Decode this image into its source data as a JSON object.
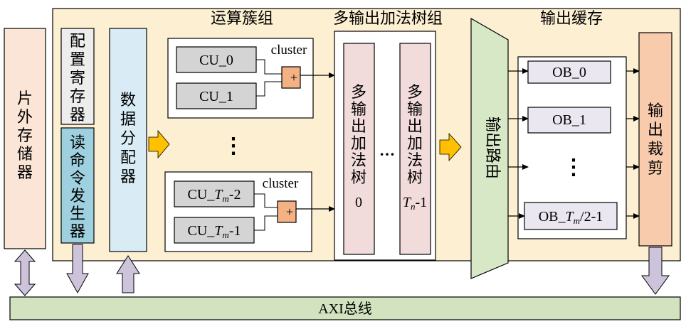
{
  "external_memory": {
    "label": "片外存储器"
  },
  "config_register": {
    "label": "配置寄存器"
  },
  "read_cmd_generator": {
    "label": "读命令发生器"
  },
  "data_distributor": {
    "label": "数据分配器"
  },
  "cluster_group": {
    "title": "运算簇组",
    "top_cluster": {
      "label": "cluster",
      "units": [
        "CU_0",
        "CU_1"
      ]
    },
    "bottom_cluster": {
      "label": "cluster",
      "unit_prefix": "CU_",
      "unit_var": "T",
      "unit_sub": "m",
      "unit_suffixes": [
        "-2",
        "-1"
      ]
    },
    "ellipsis": "⋮"
  },
  "adder_tree_group": {
    "title": "多输出加法树组",
    "first_tree": {
      "label": "多输出加法树",
      "index": "0"
    },
    "last_tree": {
      "label": "多输出加法树",
      "index_var": "T",
      "index_sub": "n",
      "index_suffix": "-1"
    },
    "ellipsis": "…"
  },
  "output_router": {
    "label": "输出路由"
  },
  "output_buffer": {
    "title": "输出缓存",
    "buffers": [
      "OB_0",
      "OB_1"
    ],
    "last_prefix": "OB_",
    "last_var": "T",
    "last_sub": "m",
    "last_suffix": "/2-1",
    "ellipsis": "⋮"
  },
  "output_cropper": {
    "label": "输出裁剪"
  },
  "axi_bus": {
    "label": "AXI总线"
  },
  "colors": {
    "accelerator_bg": "#fdf0d2",
    "memory": "#fbe5d6",
    "config": "#ededed",
    "read_cmd": "#9fd0df",
    "distributor": "#d9ecf5",
    "cu": "#d4d4d4",
    "adder_node": "#f4b183",
    "adder_tree": "#f2dcdb",
    "router": "#d7e8c6",
    "buffer": "#ebe7f1",
    "cropper": "#f8cbad",
    "axi": "#d3e3bf",
    "bus_arrow": "#cdc4dc",
    "flow_arrow": "#ffc000"
  }
}
